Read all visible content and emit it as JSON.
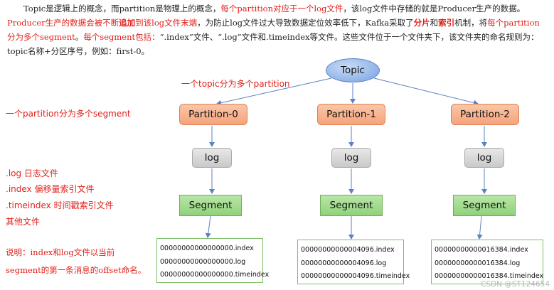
{
  "paragraph": {
    "p1": "Topic是逻辑上的概念，而partition是物理上的概念，",
    "p2": "每个partition对应于一个log文件",
    "p3": "，该log文件中存储的就是Producer生产的数据。",
    "p4": "Producer生产的数据会被不断",
    "p5": "追加",
    "p6": "到该log文件末端",
    "p7": "，为防止log文件过大导致数据定位效率低下，Kafka采取了",
    "p8": "分片",
    "p9": "和",
    "p10": "索引",
    "p11": "机制，将",
    "p12": "每个partition分为多个segment",
    "p13": "。",
    "p14": "每个segment包括：",
    "p15": "“.index”文件、“.log”文件和.timeindex等文件。这些文件位于一个文件夹下，该文件夹的命名规则为：topic名称+分区序号，例如：first-0。"
  },
  "annotations": {
    "topic_partitions": "一个topic分为多个partition",
    "partition_segments": "一个partition分为多个segment",
    "log_file": ".log  日志文件",
    "index_file": ".index 偏移量索引文件",
    "timeindex_file": ".timeindex 时间戳索引文件",
    "other_files": "其他文件",
    "note_line1": "说明：index和log文件以当前",
    "note_line2": "segment的第一条消息的offset命名。"
  },
  "diagram": {
    "topic": "Topic",
    "partitions": [
      {
        "name": "Partition-0",
        "log": "log",
        "segment": "Segment",
        "files": [
          "00000000000000000.index",
          "00000000000000000.log",
          "00000000000000000.timeindex"
        ]
      },
      {
        "name": "Partition-1",
        "log": "log",
        "segment": "Segment",
        "files": [
          "00000000000004096.index",
          "00000000000004096.log",
          "00000000000004096.timeindex"
        ]
      },
      {
        "name": "Partition-2",
        "log": "log",
        "segment": "Segment",
        "files": [
          "00000000000016384.index",
          "00000000000016384.log",
          "00000000000016384.timeindex"
        ]
      }
    ]
  },
  "watermark": "CSDN @ST124654",
  "colors": {
    "accent_red": "#e0201a",
    "connector": "#5b82c2"
  }
}
